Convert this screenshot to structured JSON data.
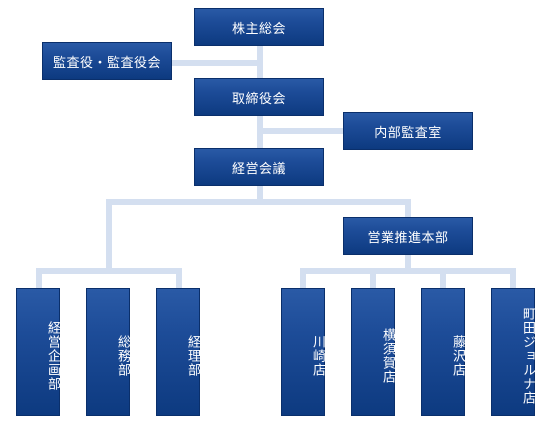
{
  "org_chart": {
    "shareholders_meeting": "株主総会",
    "auditors": "監査役・監査役会",
    "board_of_directors": "取締役会",
    "internal_audit": "内部監査室",
    "management_meeting": "経営会議",
    "sales_headquarters": "営業推進本部",
    "departments": [
      "経営企画部",
      "総務部",
      "経理部"
    ],
    "stores": [
      "川崎店",
      "横須賀店",
      "藤沢店",
      "町田ジョルナ店"
    ]
  },
  "colors": {
    "box_fill": "#1d4c98",
    "box_text": "#ffffff",
    "connector": "#d4dff0"
  }
}
